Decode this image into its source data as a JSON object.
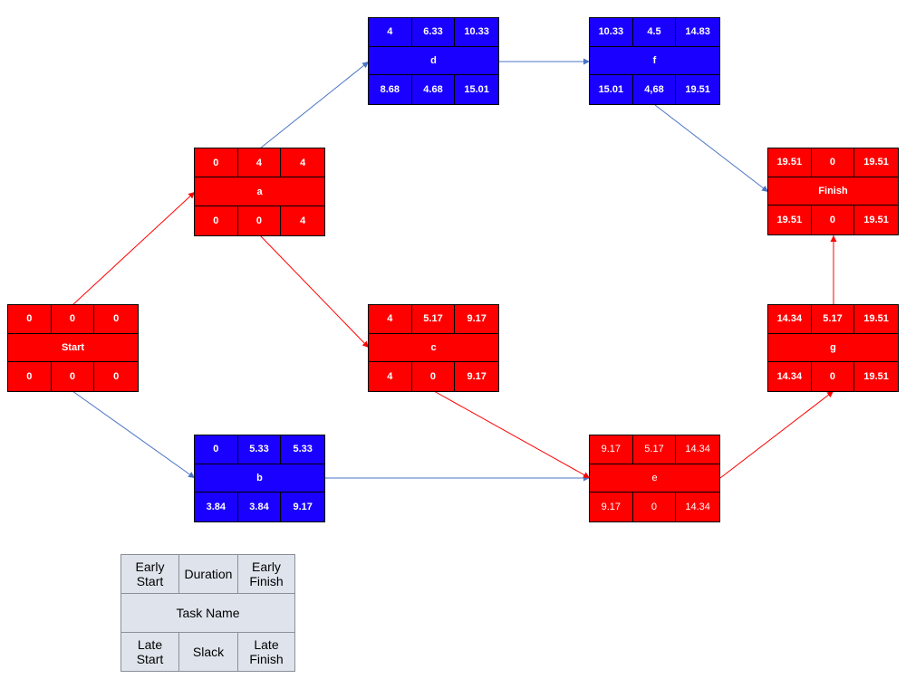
{
  "colors": {
    "critical": "#ff0000",
    "noncritical": "#1a00ff",
    "critical_edge": "#ff0000",
    "noncritical_edge": "#4a74c4"
  },
  "nodes": {
    "start": {
      "es": "0",
      "dur": "0",
      "ef": "0",
      "name": "Start",
      "ls": "0",
      "slack": "0",
      "lf": "0"
    },
    "a": {
      "es": "0",
      "dur": "4",
      "ef": "4",
      "name": "a",
      "ls": "0",
      "slack": "0",
      "lf": "4"
    },
    "b": {
      "es": "0",
      "dur": "5.33",
      "ef": "5.33",
      "name": "b",
      "ls": "3.84",
      "slack": "3.84",
      "lf": "9.17"
    },
    "c": {
      "es": "4",
      "dur": "5.17",
      "ef": "9.17",
      "name": "c",
      "ls": "4",
      "slack": "0",
      "lf": "9.17"
    },
    "d": {
      "es": "4",
      "dur": "6.33",
      "ef": "10.33",
      "name": "d",
      "ls": "8.68",
      "slack": "4.68",
      "lf": "15.01"
    },
    "e": {
      "es": "9.17",
      "dur": "5.17",
      "ef": "14.34",
      "name": "e",
      "ls": "9.17",
      "slack": "0",
      "lf": "14.34"
    },
    "f": {
      "es": "10.33",
      "dur": "4.5",
      "ef": "14.83",
      "name": "f",
      "ls": "15.01",
      "slack": "4,68",
      "lf": "19.51"
    },
    "g": {
      "es": "14.34",
      "dur": "5.17",
      "ef": "19.51",
      "name": "g",
      "ls": "14.34",
      "slack": "0",
      "lf": "19.51"
    },
    "finish": {
      "es": "19.51",
      "dur": "0",
      "ef": "19.51",
      "name": "Finish",
      "ls": "19.51",
      "slack": "0",
      "lf": "19.51"
    }
  },
  "edges": [
    {
      "from": "start",
      "to": "a",
      "critical": true
    },
    {
      "from": "start",
      "to": "b",
      "critical": false
    },
    {
      "from": "a",
      "to": "d",
      "critical": false
    },
    {
      "from": "a",
      "to": "c",
      "critical": true
    },
    {
      "from": "b",
      "to": "e",
      "critical": false
    },
    {
      "from": "c",
      "to": "e",
      "critical": true
    },
    {
      "from": "d",
      "to": "f",
      "critical": false
    },
    {
      "from": "f",
      "to": "finish",
      "critical": false
    },
    {
      "from": "e",
      "to": "g",
      "critical": true
    },
    {
      "from": "g",
      "to": "finish",
      "critical": true
    }
  ],
  "legend": {
    "early_start": "Early\nStart",
    "duration": "Duration",
    "early_finish": "Early\nFinish",
    "task_name": "Task Name",
    "late_start": "Late\nStart",
    "slack": "Slack",
    "late_finish": "Late\nFinish"
  }
}
